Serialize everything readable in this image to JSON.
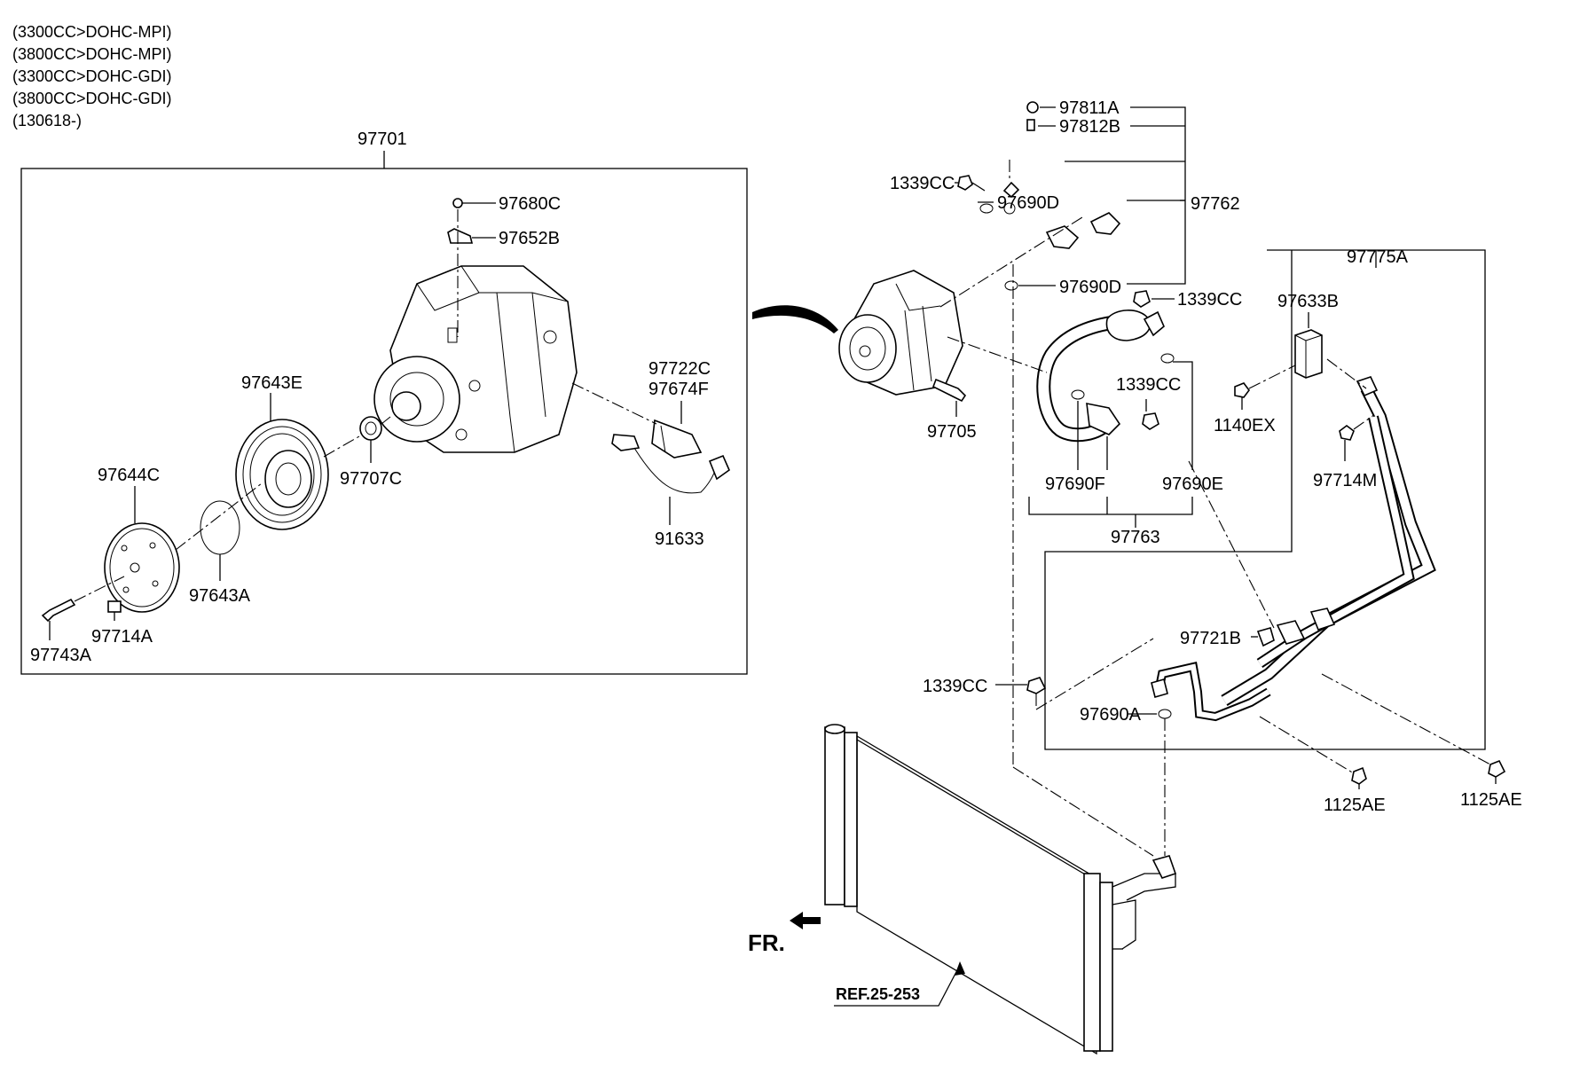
{
  "header": {
    "lines": [
      "(3300CC>DOHC-MPI)",
      "(3800CC>DOHC-MPI)",
      "(3300CC>DOHC-GDI)",
      "(3800CC>DOHC-GDI)",
      "(130618-)"
    ]
  },
  "labels": {
    "p97701": "97701",
    "p97680C": "97680C",
    "p97652B": "97652B",
    "p97643E": "97643E",
    "p97644C": "97644C",
    "p97707C": "97707C",
    "p97722C": "97722C",
    "p97674F": "97674F",
    "p91633": "91633",
    "p97643A": "97643A",
    "p97714A": "97714A",
    "p97743A": "97743A",
    "p97811A": "97811A",
    "p97812B": "97812B",
    "p1339CC_a": "1339CC",
    "p97690D_a": "97690D",
    "p97762": "97762",
    "p97690D_b": "97690D",
    "p1339CC_b": "1339CC",
    "p1339CC_c": "1339CC",
    "p97705": "97705",
    "p97690F": "97690F",
    "p97690E": "97690E",
    "p97763": "97763",
    "p97775A": "97775A",
    "p97633B": "97633B",
    "p1140EX": "1140EX",
    "p97714M": "97714M",
    "p97721B": "97721B",
    "p1339CC_d": "1339CC",
    "p97690A": "97690A",
    "p1125AE_a": "1125AE",
    "p1125AE_b": "1125AE"
  },
  "front_marker": "FR.",
  "reference": "REF.25-253"
}
